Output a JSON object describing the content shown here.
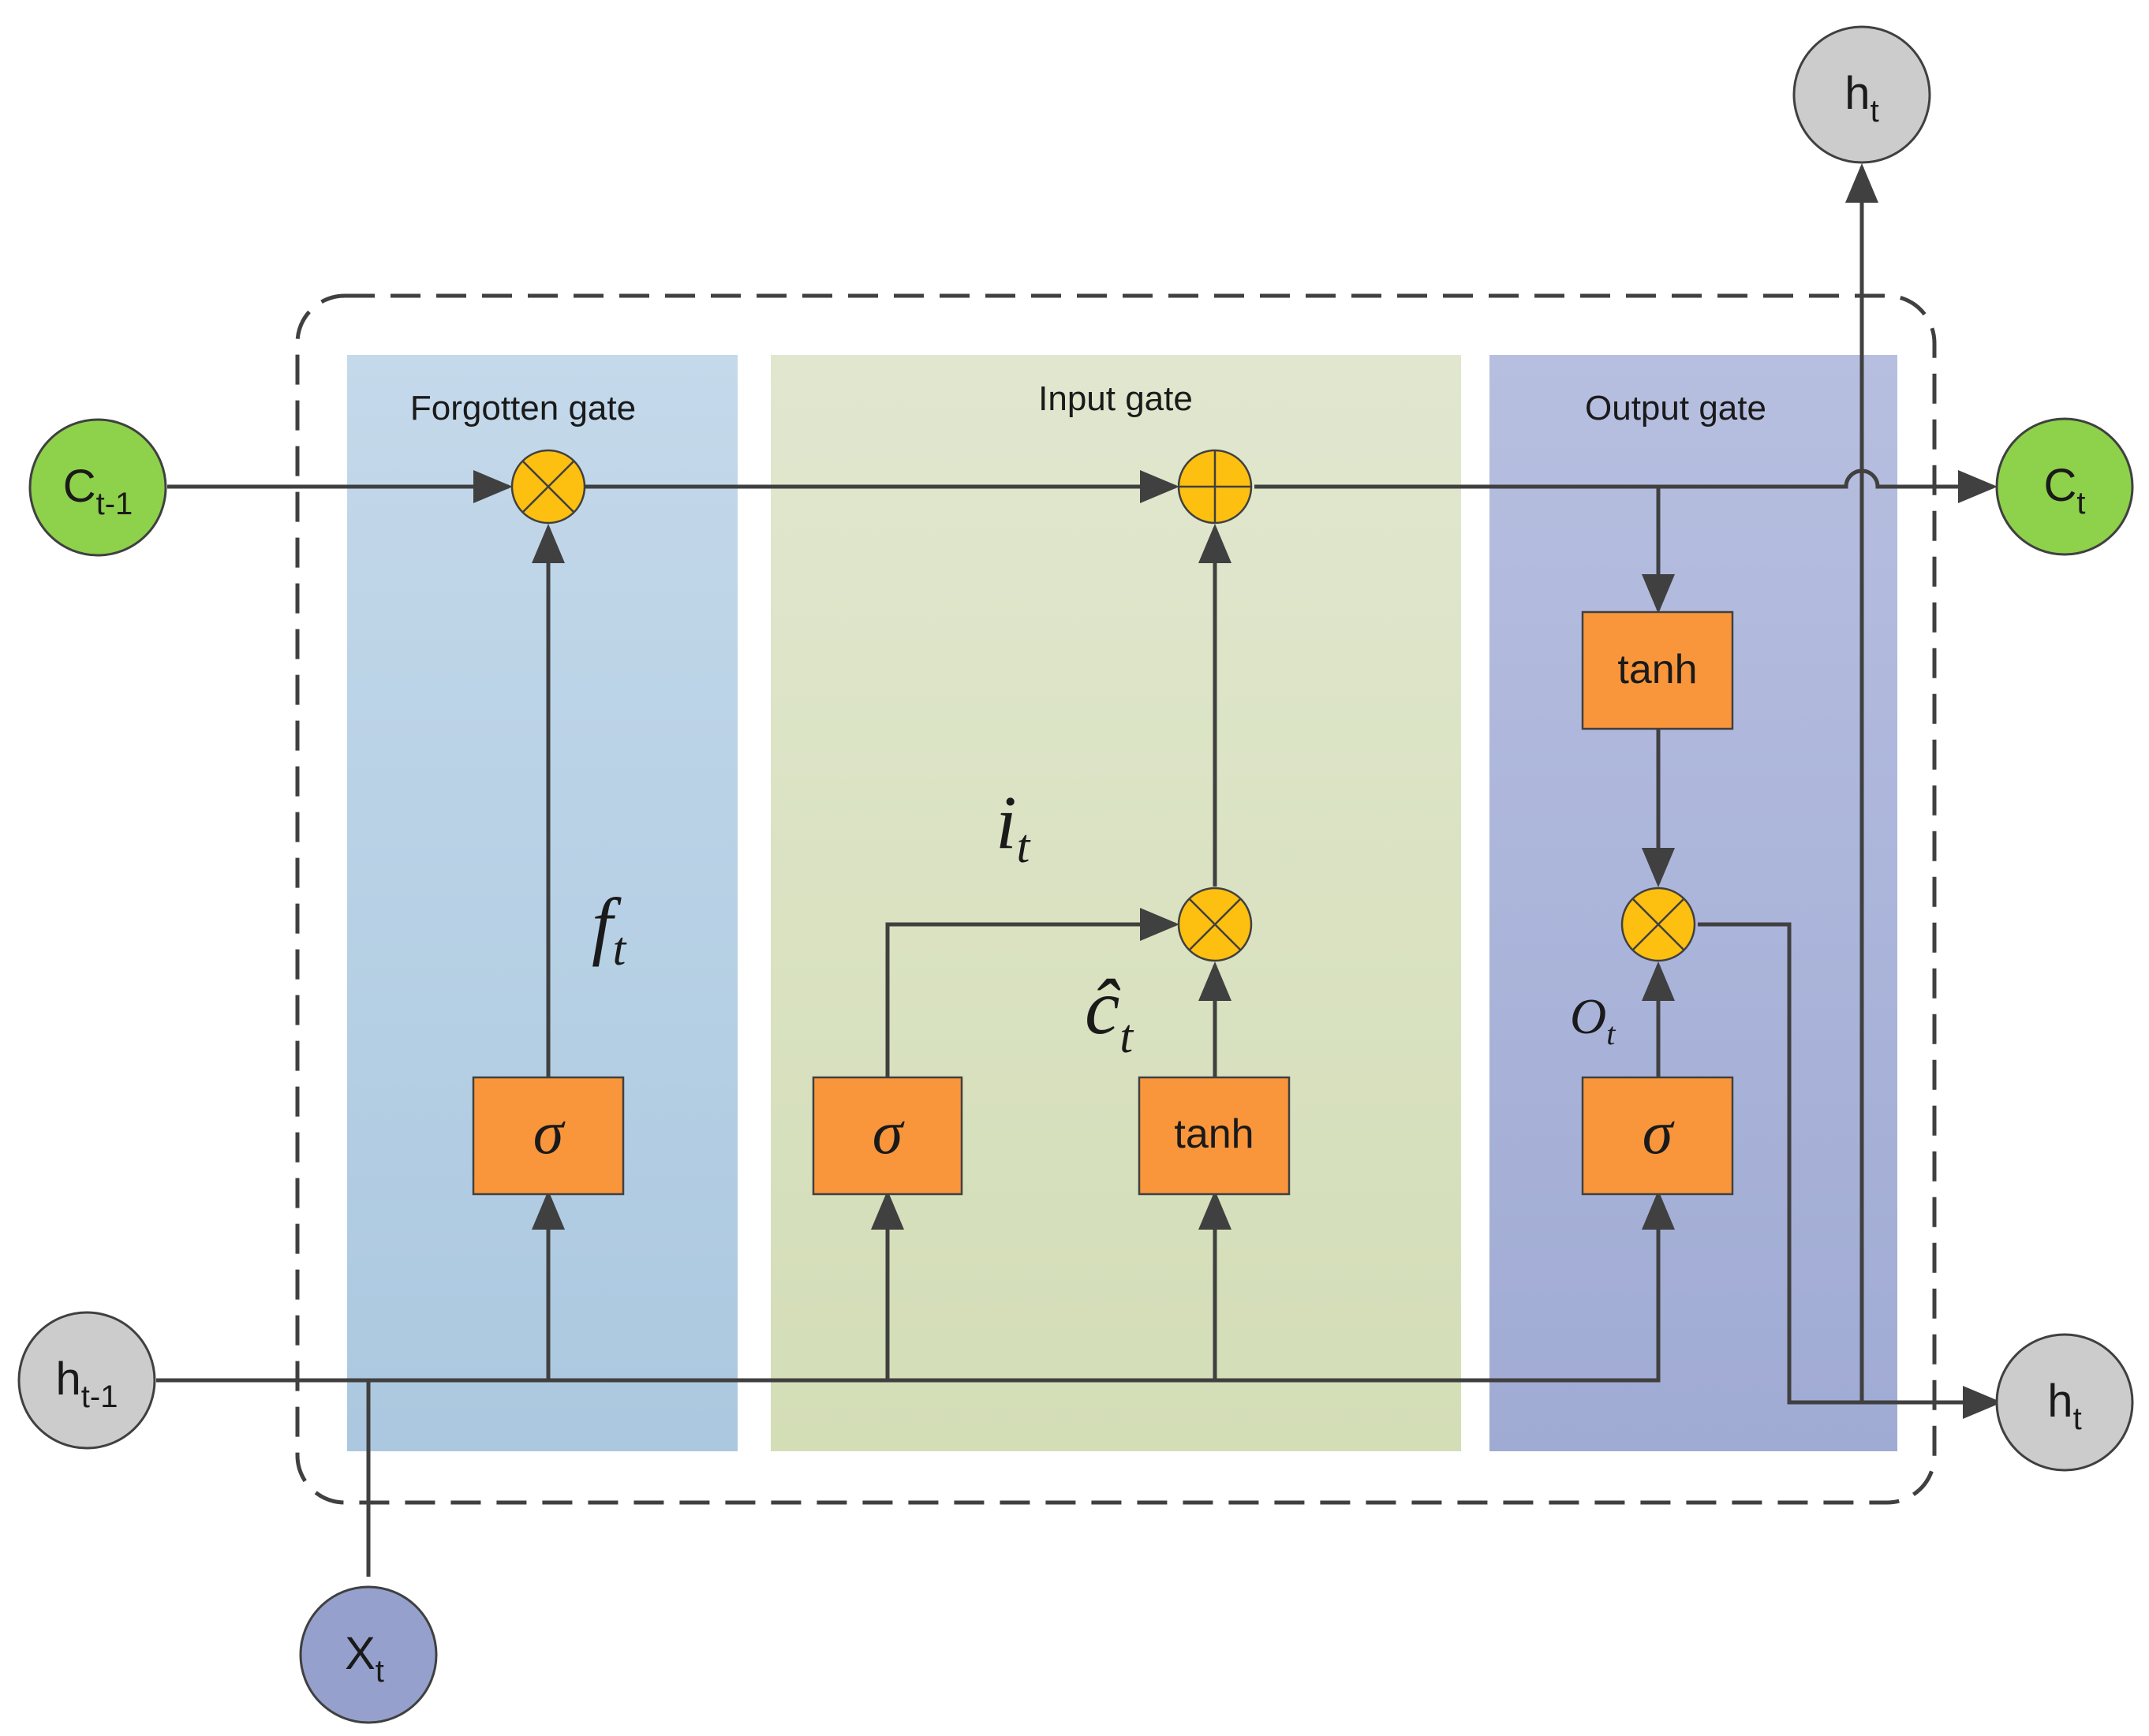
{
  "gates": {
    "forget": "Forgotten gate",
    "input": "Input gate",
    "output": "Output gate"
  },
  "nodes": {
    "c_prev": {
      "base": "C",
      "sub": "t-1"
    },
    "h_prev": {
      "base": "h",
      "sub": "t-1"
    },
    "x": {
      "base": "X",
      "sub": "t"
    },
    "c_out": {
      "base": "C",
      "sub": "t"
    },
    "h_out": {
      "base": "h",
      "sub": "t"
    },
    "h_top": {
      "base": "h",
      "sub": "t"
    }
  },
  "boxes": {
    "forget_sigma": "σ",
    "input_sigma": "σ",
    "input_tanh": "tanh",
    "output_sigma": "σ",
    "output_tanh": "tanh"
  },
  "labels": {
    "f": {
      "base": "f",
      "sub": "t"
    },
    "i": {
      "base": "i",
      "sub": "t"
    },
    "c_hat": {
      "base": "ĉ",
      "sub": "t"
    },
    "o": {
      "base": "O",
      "sub": "t"
    }
  },
  "colors": {
    "forget_panel": "#b3cde3",
    "input_panel": "#d8e0c2",
    "output_panel": "#a9b3d8",
    "cell_node": "#8ed14b",
    "hidden_node": "#cccccc",
    "input_node": "#95a1cc",
    "activation_box": "#f9963c",
    "operator": "#fdbf10"
  }
}
